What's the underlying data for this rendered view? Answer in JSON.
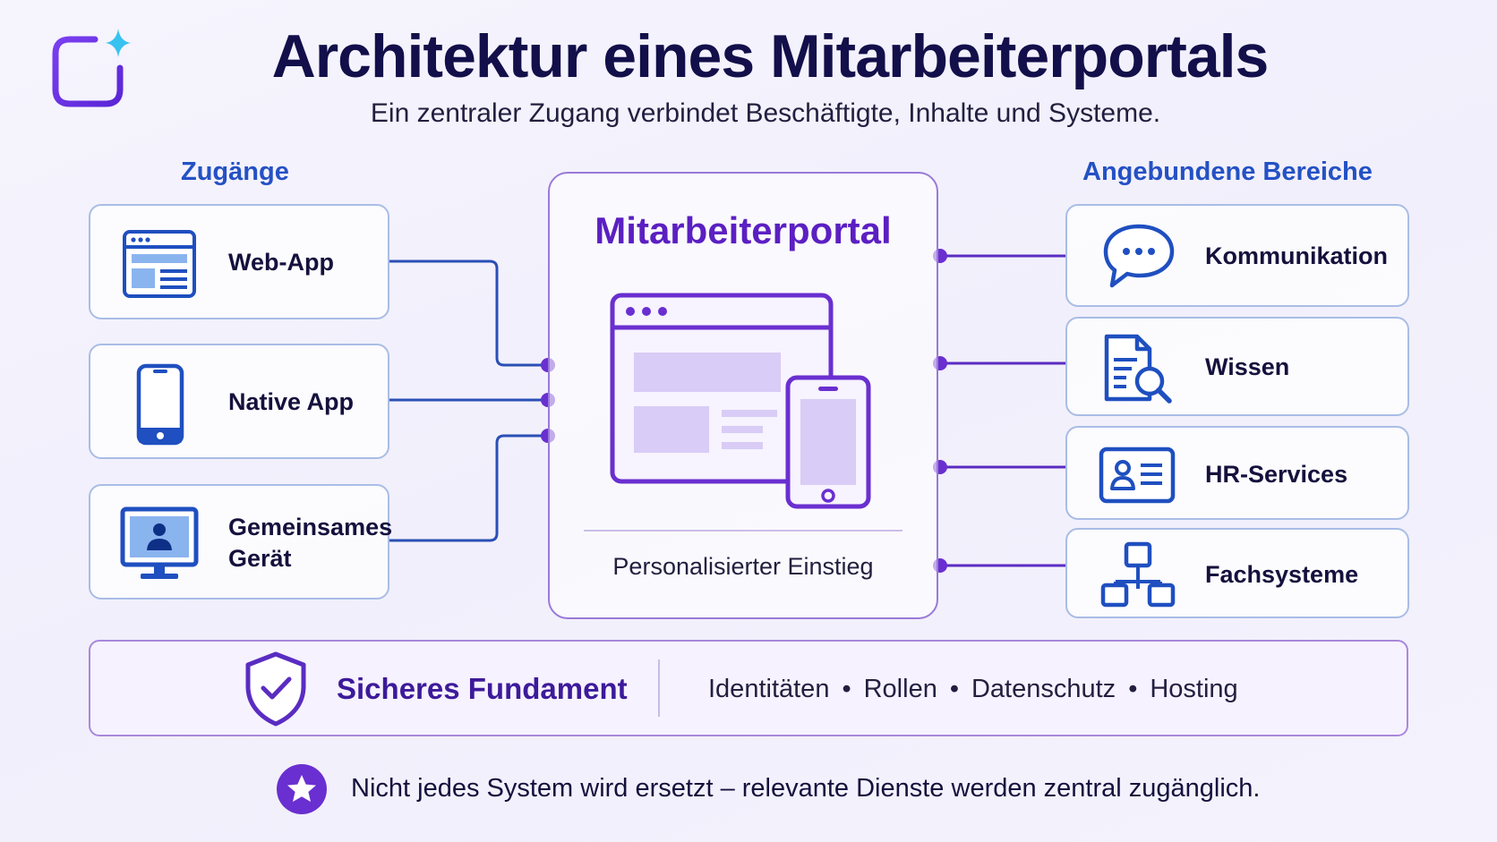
{
  "header": {
    "title": "Architektur eines Mitarbeiterportals",
    "subtitle": "Ein zentraler Zugang verbindet Beschäftigte, Inhalte und Systeme."
  },
  "access": {
    "label": "Zugänge",
    "items": [
      {
        "label": "Web-App",
        "icon": "browser-window-icon"
      },
      {
        "label": "Native App",
        "icon": "smartphone-icon"
      },
      {
        "label_line1": "Gemeinsames",
        "label_line2": "Gerät",
        "icon": "monitor-user-icon"
      }
    ]
  },
  "portal": {
    "title": "Mitarbeiterportal",
    "subtitle": "Personalisierter Einstieg"
  },
  "areas": {
    "label": "Angebundene Bereiche",
    "items": [
      {
        "label": "Kommunikation",
        "icon": "chat-bubble-icon"
      },
      {
        "label": "Wissen",
        "icon": "document-search-icon"
      },
      {
        "label": "HR-Services",
        "icon": "id-card-icon"
      },
      {
        "label": "Fachsysteme",
        "icon": "hierarchy-icon"
      }
    ]
  },
  "foundation": {
    "title": "Sicheres Fundament",
    "items": [
      "Identitäten",
      "Rollen",
      "Datenschutz",
      "Hosting"
    ],
    "separator": "•"
  },
  "footer": {
    "note": "Nicht jedes System wird ersetzt – relevante Dienste werden zentral zugänglich."
  },
  "colors": {
    "title": "#120f4a",
    "access_blue": "#2451c4",
    "portal_purple": "#5b1fc2",
    "connector_purple": "#6a2fd0"
  }
}
